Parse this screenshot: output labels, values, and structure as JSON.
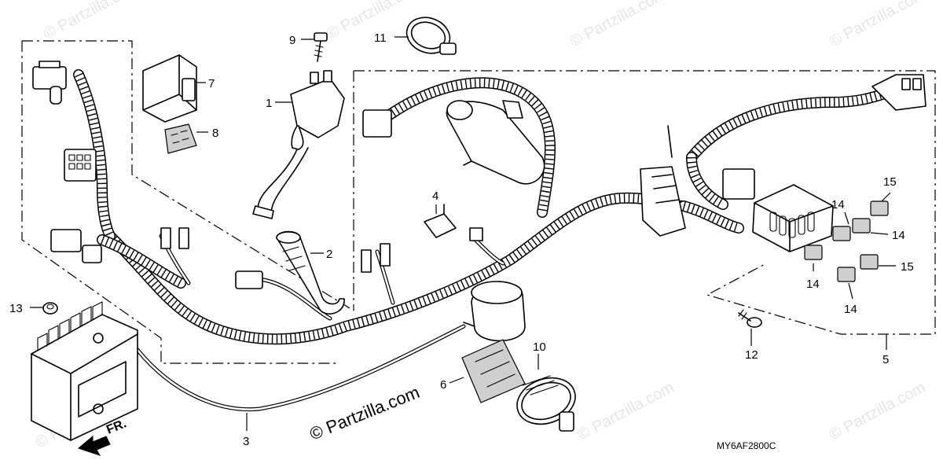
{
  "watermark": {
    "text": "© Partzilla.com",
    "repeat_text": "© Partzilla.com"
  },
  "diagram_code": "MY6AF2800C",
  "direction_label": "FR.",
  "callouts": [
    "1",
    "2",
    "3",
    "4",
    "5",
    "6",
    "7",
    "8",
    "9",
    "10",
    "11",
    "12",
    "13",
    "14",
    "14",
    "14",
    "14",
    "15",
    "15"
  ]
}
